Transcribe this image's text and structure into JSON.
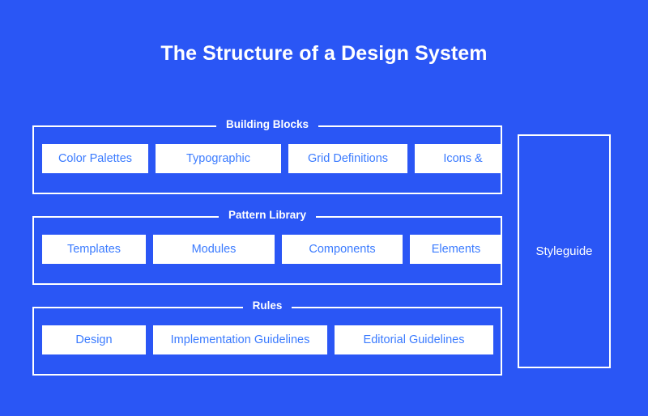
{
  "page": {
    "title": "The Structure of a Design System",
    "background_color": "#2a56f5",
    "frame_color": "#ffffff",
    "chip_text_color": "#3b7bff"
  },
  "groups": [
    {
      "legend": "Building Blocks",
      "items": [
        {
          "label": "Color Palettes"
        },
        {
          "label": "Typographic"
        },
        {
          "label": "Grid Definitions"
        },
        {
          "label": "Icons &"
        }
      ]
    },
    {
      "legend": "Pattern Library",
      "items": [
        {
          "label": "Templates"
        },
        {
          "label": "Modules"
        },
        {
          "label": "Components"
        },
        {
          "label": "Elements"
        }
      ]
    },
    {
      "legend": "Rules",
      "items": [
        {
          "label": "Design"
        },
        {
          "label": "Implementation Guidelines"
        },
        {
          "label": "Editorial Guidelines"
        }
      ]
    }
  ],
  "styleguide": {
    "label": "Styleguide"
  }
}
